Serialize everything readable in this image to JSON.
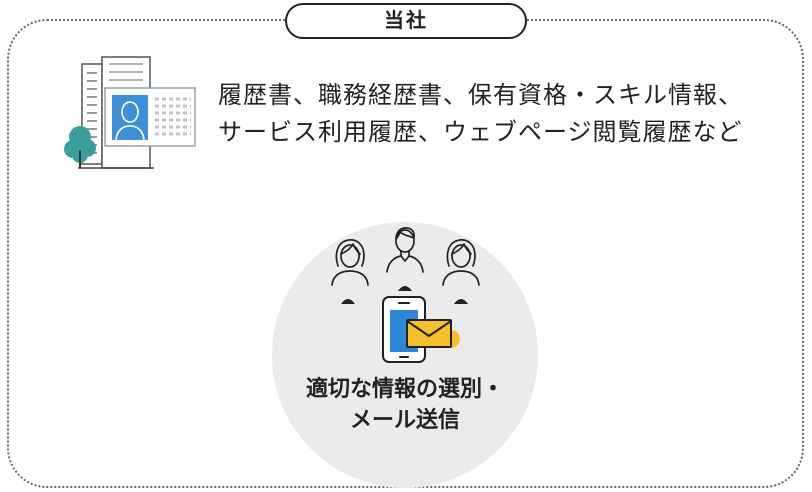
{
  "header": {
    "label": "当社"
  },
  "company_data": {
    "line1": "履歴書、職務経歴書、保有資格・スキル情報、",
    "line2": "サービス利用履歴、ウェブページ閲覧履歴など"
  },
  "process": {
    "line1": "適切な情報の選別・",
    "line2": "メール送信"
  },
  "icons": {
    "company": "building-with-resume-icon",
    "tree": "tree-icon",
    "users": [
      "female-user-icon",
      "male-user-icon",
      "female-user-icon"
    ],
    "pointers": "pointer-triangle-icon",
    "device": "smartphone-icon",
    "mail": "envelope-icon"
  },
  "colors": {
    "frame_border": "#666666",
    "circle_background": "#ebebeb",
    "photo_blue": "#3f8fd6",
    "screen_blue": "#2f86d6",
    "tree_teal": "#3a9e9c",
    "envelope_yellow": "#f5c02d"
  }
}
